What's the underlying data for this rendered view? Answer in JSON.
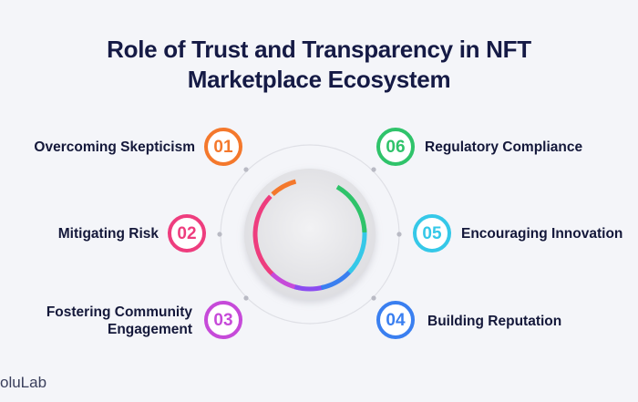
{
  "title_line1": "Role of Trust and Transparency in NFT",
  "title_line2": "Marketplace Ecosystem",
  "items": [
    {
      "num": "01",
      "label": "Overcoming Skepticism",
      "color": "#f4782c"
    },
    {
      "num": "02",
      "label": "Mitigating Risk",
      "color": "#ee3d7e"
    },
    {
      "num": "03",
      "label_line1": "Fostering Community",
      "label_line2": "Engagement",
      "color": "#c64ad9"
    },
    {
      "num": "04",
      "label": "Building Reputation",
      "color": "#3a7ff0"
    },
    {
      "num": "05",
      "label": "Encouraging Innovation",
      "color": "#35c8e8"
    },
    {
      "num": "06",
      "label": "Regulatory Compliance",
      "color": "#2fc36a"
    }
  ],
  "ring_colors": [
    "#f4782c",
    "#ee3d7e",
    "#c64ad9",
    "#8b4cf0",
    "#3a7ff0",
    "#35c8e8",
    "#2fc36a"
  ],
  "logo_text": "oluLab"
}
